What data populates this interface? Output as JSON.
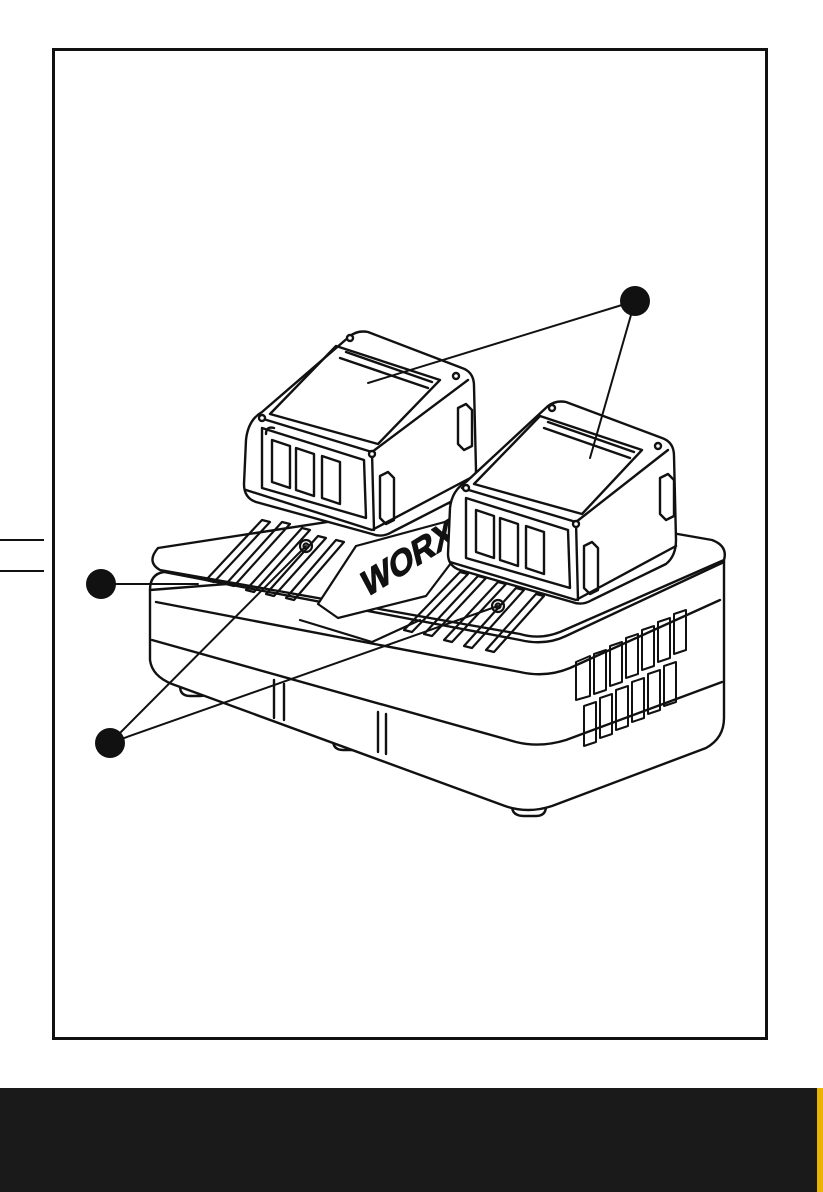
{
  "colors": {
    "line": "#111111",
    "fill": "#ffffff",
    "footer": "#1a1a1a",
    "accent": "#e8b400"
  },
  "brand": {
    "logo_text": "WORX"
  },
  "callouts": [
    {
      "id": "batteries",
      "icon": "callout-dot-icon"
    },
    {
      "id": "charger",
      "icon": "callout-dot-icon"
    },
    {
      "id": "indicators",
      "icon": "callout-dot-icon"
    }
  ]
}
